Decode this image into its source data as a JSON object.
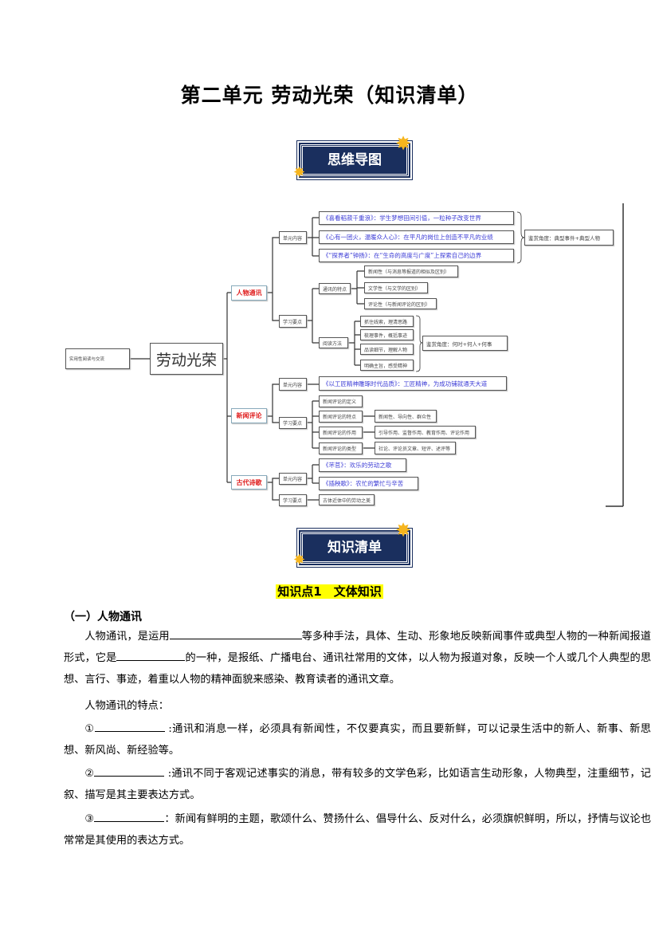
{
  "title": "第二单元  劳动光荣（知识清单）",
  "banner1": "思维导图",
  "banner2": "知识清单",
  "mindmap": {
    "root": "实用性阅读与交流",
    "center": "劳动光荣",
    "b1": {
      "label": "人物通讯",
      "unit": "单元内容",
      "study": "学习要点",
      "texts": [
        "《喜看稻菽千重浪》：学生梦想田间引值，一粒种子改变世界",
        "《心有一团火，温暖众人心》：在平凡的岗位上创造不平凡的业绩",
        "《“探界者”钟扬》：在“生命的高度与广度”上探索自己的边界"
      ],
      "appreciate1": "鉴赏角度：典型事件+典型人物",
      "feature": "通讯的特点",
      "features": [
        "新闻性（与消息等报道的相似及区别）",
        "文学性（与文学的区别）",
        "评论性（与新闻评论的区别）"
      ],
      "method": "阅读方法",
      "methods": [
        "抓住线索，理清思路",
        "梳理事件，概括事迹",
        "品读细节，理解人物",
        "明确主旨，感受精神"
      ],
      "appreciate2": "鉴赏角度：何时+何人+何事"
    },
    "b2": {
      "label": "新闻评论",
      "unit": "单元内容",
      "study": "学习要点",
      "text": "《以工匠精神雕琢时代品质》：工匠精神，为成功铺就通天大道",
      "points": [
        "新闻评论的定义",
        "新闻评论的特点",
        "新闻评论的作用",
        "新闻评论的类型"
      ],
      "details": [
        "新闻性、导向性、群众性",
        "引导作用、监督作用、教育作用、评论作用",
        "社论、评论员文章、短评、述评等"
      ]
    },
    "b3": {
      "label": "古代诗歌",
      "unit": "单元内容",
      "study": "学习要点",
      "texts": [
        "《芣苢》：欢乐的劳动之歌",
        "《插秧歌》：农忙的繁忙与辛苦"
      ],
      "point": "古体近体中的劳动之美"
    }
  },
  "kp_title": "知识点1　文体知识",
  "section": "（一）人物通讯",
  "para1": {
    "a": "人物通讯，是运用",
    "b": "等多种手法，具体、生动、形象地反映新闻事件或典型人物的一种新闻报道形式，它是",
    "c": "的一种，是报纸、广播电台、通讯社常用的文体，以人物为报道对象，反映一个人或几个人典型的思想、言行、事迹，着重以人物的精神面貌来感染、教育读者的通讯文章。"
  },
  "para2": "人物通讯的特点：",
  "items": [
    {
      "num": "①",
      "text": " :通讯和消息一样，必须具有新闻性，不仅要真实，而且要新鲜，可以记录生活中的新人、新事、新思想、新风尚、新经验等。"
    },
    {
      "num": "②",
      "text": " :通讯不同于客观记述事实的消息，带有较多的文学色彩，比如语言生动形象，人物典型，注重细节，记叙、描写是其主要表达方式。"
    },
    {
      "num": "③",
      "text": "：新闻有鲜明的主题，歌颂什么、赞扬什么、倡导什么、反对什么，必须旗帜鲜明，所以，抒情与议论也常常是其使用的表达方式。"
    }
  ]
}
